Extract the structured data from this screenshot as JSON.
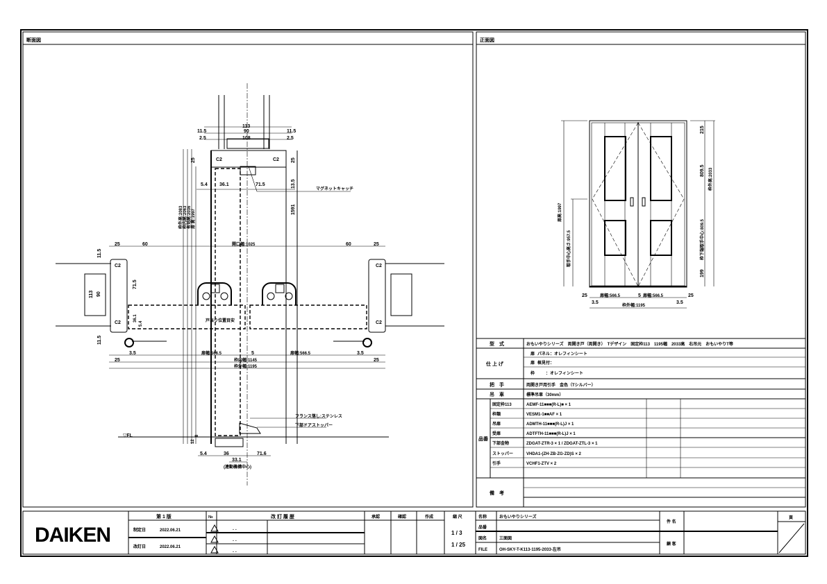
{
  "sections": {
    "left_title": "断面図",
    "right_title": "正面図"
  },
  "section_view": {
    "top": {
      "w113": "113",
      "w11_5a": "11.5",
      "w90": "90",
      "w11_5b": "11.5",
      "w2_5a": "2.5",
      "w108": "108",
      "w2_5b": "2.5"
    },
    "head": {
      "c2a": "C2",
      "c2b": "C2",
      "d25a": "25",
      "d25b": "25",
      "d5_4": "5.4",
      "d36_1": "36.1",
      "d71_5": "71.5",
      "d13_5": "13.5",
      "d1591": "1591",
      "magnet": "マグネットキャッチ"
    },
    "heights": [
      "枠外高:2083",
      "枠内高:2063",
      "有効高:2036",
      "扉 高:1997"
    ],
    "plan": {
      "d25l": "25",
      "d60l": "60",
      "opening": "開口幅:1025",
      "d60r": "60",
      "d25r": "25",
      "d11_5t": "11.5",
      "d71_5": "71.5",
      "d113": "113",
      "d90": "90",
      "d11_5b": "11.5",
      "c2_tl": "C2",
      "c2_tr": "C2",
      "c2_bl": "C2",
      "c2_br": "C2",
      "d36_1": "36.1",
      "d5_4": "5.4",
      "stop_note": "戸当り位置目安",
      "d3_5l": "3.5",
      "door_l": "扉幅:566.5",
      "d5": "5",
      "door_r": "扉幅:566.5",
      "d3_5r": "3.5",
      "d25bl": "25",
      "inner": "枠内幅:1145",
      "d25br": "25",
      "outer": "枠外幅:1195"
    },
    "bottom": {
      "flush": "フランス落し:ステンレス",
      "stopper": "下部ドアストッパー",
      "fl": "▽FL",
      "d12": "12",
      "d8": "8",
      "d5_4": "5.4",
      "d36": "36",
      "d71_6": "71.6",
      "d33_1": "33.1",
      "center": "(連動機構中心)"
    }
  },
  "front_view": {
    "door_h": "扉高:1997",
    "handle_h": "取手中心高さ:957.5",
    "d215": "215",
    "d809a": "809.5",
    "frame_h": "枠外高:2033",
    "d809b": "枠下端取手中心:809.5",
    "d199": "199",
    "d25l": "25",
    "door_l": "扉幅:566.5",
    "d5": "5",
    "door_r": "扉幅:566.5",
    "d25r": "25",
    "d3_5l": "3.5",
    "outer": "枠外幅:1195",
    "d3_5r": "3.5"
  },
  "spec": {
    "type_label": "型　式",
    "type_value": "おもいやりシリーズ　両開き戸（両開き）　Tデザイン　固定枠113　1195幅　2033高　右吊元　おもいやりT等",
    "finish_label": "仕 上 げ",
    "finish_rows": [
      {
        "k": "扉",
        "v": "パネル：オレフィンシート"
      },
      {
        "k": "扉",
        "v": "框見付："
      },
      {
        "k": "枠",
        "v": "　　：オレフィンシート"
      }
    ],
    "handle_label": "把　手",
    "handle_value": "両開き戸用引手　金色（Tシルバー）",
    "hanger_label": "吊　車",
    "hanger_value": "標準吊車（30mm）",
    "parts_label": "品番",
    "parts": [
      {
        "k": "固定枠113",
        "v": "AEMF-11■■■(R-L)■ × 1"
      },
      {
        "k": "枠類",
        "v": "VESM1-1■■AF × 1"
      },
      {
        "k": "吊扉",
        "v": "ADMTH-11■■■(R-L)J × 1"
      },
      {
        "k": "受扉",
        "v": "ADTFTH-11■■■(R-L)J × 1"
      },
      {
        "k": "下部金物",
        "v": "ZDGAT-ZTR-3 × 1 / ZDGAT-ZTL-3 × 1"
      },
      {
        "k": "ストッパー",
        "v": "VHDA1-(ZH·ZB·ZG·ZD)S × 2"
      },
      {
        "k": "引手",
        "v": "VCHF1-ZTV × 2"
      },
      {
        "k": "",
        "v": ""
      }
    ],
    "remarks_label": "備　考"
  },
  "title_block": {
    "logo": "DAIKEN",
    "edition": "第 1 版",
    "established_label": "制定日",
    "established_date": "2022.06.21",
    "revised_label": "改訂日",
    "revised_date": "2022.06.21",
    "no_label": "№",
    "revision_header": "改 訂 履 歴",
    "revision_rows": [
      ". .",
      ". .",
      ". ."
    ],
    "approve": "承認",
    "check": "確認",
    "create": "作成",
    "scale_label": "縮 尺",
    "scale1": "1 / 3",
    "scale2": "1 / 25",
    "name_label": "名称",
    "name_value": "おもいやりシリーズ",
    "code_label": "品番",
    "code_value": "",
    "drawing_label": "図名",
    "drawing_value": "三面図",
    "file_label": "FILE",
    "file_value": "OH-SKY-T-K113-1195-2033-左吊",
    "subject_label": "件 名",
    "client_label": "顧 客",
    "page_label": "頁"
  }
}
